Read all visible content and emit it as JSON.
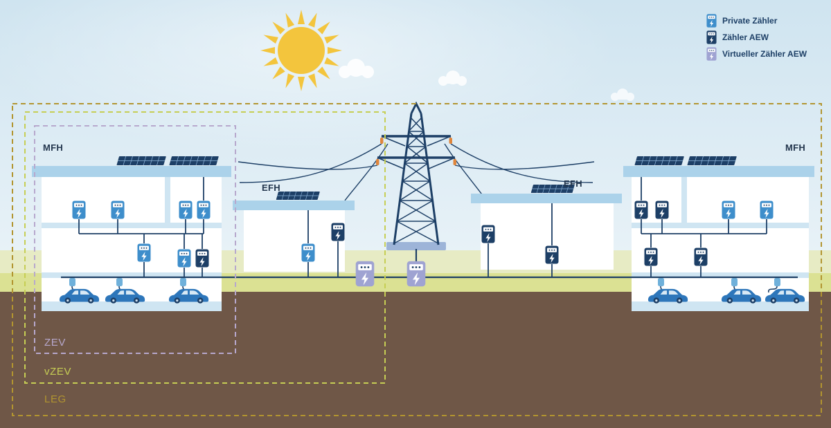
{
  "legend": {
    "items": [
      {
        "label": "Private Zähler",
        "meter_type": "private",
        "color": "#3e8ecb"
      },
      {
        "label": "Zähler AEW",
        "meter_type": "aew",
        "color": "#1d3f66"
      },
      {
        "label": "Virtueller Zähler AEW",
        "meter_type": "virtual",
        "color": "#9fa3d2"
      }
    ]
  },
  "buildings": [
    {
      "id": "mfh-left",
      "label": "MFH",
      "solar_panels": 2,
      "meters_private": 6,
      "meters_aew": 1,
      "cars": 3
    },
    {
      "id": "efh-left",
      "label": "EFH",
      "solar_panels": 1,
      "meters_private": 1,
      "meters_aew": 1,
      "cars": 0
    },
    {
      "id": "efh-right",
      "label": "EFH",
      "solar_panels": 1,
      "meters_private": 0,
      "meters_aew": 2,
      "cars": 0
    },
    {
      "id": "mfh-right",
      "label": "MFH",
      "solar_panels": 2,
      "meters_private": 2,
      "meters_aew": 4,
      "cars": 3
    }
  ],
  "grid": {
    "virtual_meters": 2,
    "transmission_tower": 1
  },
  "zones": [
    {
      "id": "zev",
      "label": "ZEV"
    },
    {
      "id": "vzev",
      "label": "vZEV"
    },
    {
      "id": "leg",
      "label": "LEG"
    }
  ],
  "icons": {
    "sun-icon": "sun with rays",
    "cloud-icon": "cloud",
    "meter-icon": "electricity meter with display and lightning bolt",
    "solar-panel-icon": "tilted solar panel array",
    "car-icon": "electric car",
    "charging-station-icon": "EV charging box with cable",
    "transmission-tower-icon": "high voltage lattice pylon"
  },
  "colors": {
    "sky": "#cfe4f0",
    "sky-low": "#eaf3f8",
    "sun": "#f3c53d",
    "navy": "#1d3f66",
    "roof": "#abd2ea",
    "slab": "#cfe5f2",
    "grass-light": "#e7ebc4",
    "grass-dark": "#dbe193",
    "ground": "#6f5747",
    "meter-private": "#3e8ecb",
    "meter-aew": "#1d3f66",
    "meter-virtual": "#9fa3d2",
    "zone-zev": "#b7a8cd",
    "zone-vzev": "#c6ce54",
    "zone-leg": "#b29530",
    "platform": "#9db4d8",
    "car": "#2d76ba",
    "insulator": "#e0863c",
    "station": "#6fb0da"
  }
}
